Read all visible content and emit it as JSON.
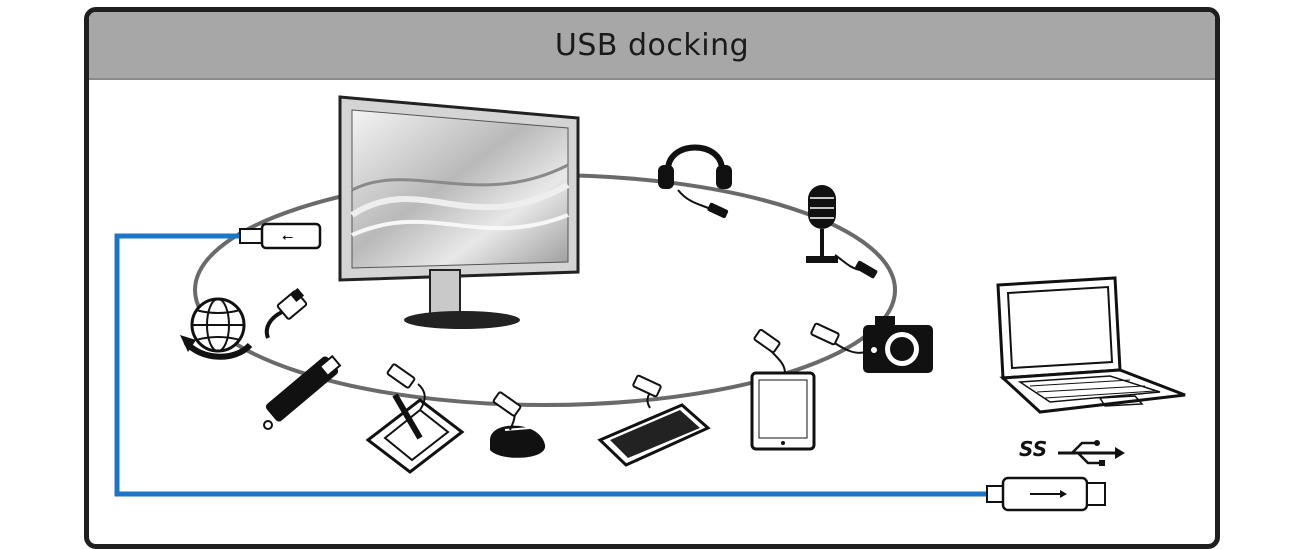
{
  "header": {
    "title": "USB docking"
  },
  "badge": {
    "superspeed_text": "SS"
  },
  "colors": {
    "usb_cable": "#1c76c8",
    "ring": "#6a6a6a",
    "frame": "#1f1f1f",
    "header_bg": "#a7a7a7"
  },
  "devices": [
    {
      "name": "headset",
      "icon": "headset-icon"
    },
    {
      "name": "microphone",
      "icon": "microphone-icon"
    },
    {
      "name": "camera",
      "icon": "camera-icon"
    },
    {
      "name": "tablet",
      "icon": "tablet-icon"
    },
    {
      "name": "keyboard",
      "icon": "keyboard-icon"
    },
    {
      "name": "mouse",
      "icon": "mouse-icon"
    },
    {
      "name": "graphics tablet",
      "icon": "drawing-tablet-icon"
    },
    {
      "name": "usb flash drive",
      "icon": "usb-flash-drive-icon"
    },
    {
      "name": "network",
      "icon": "globe-icon"
    },
    {
      "name": "ethernet",
      "icon": "ethernet-plug-icon"
    }
  ]
}
